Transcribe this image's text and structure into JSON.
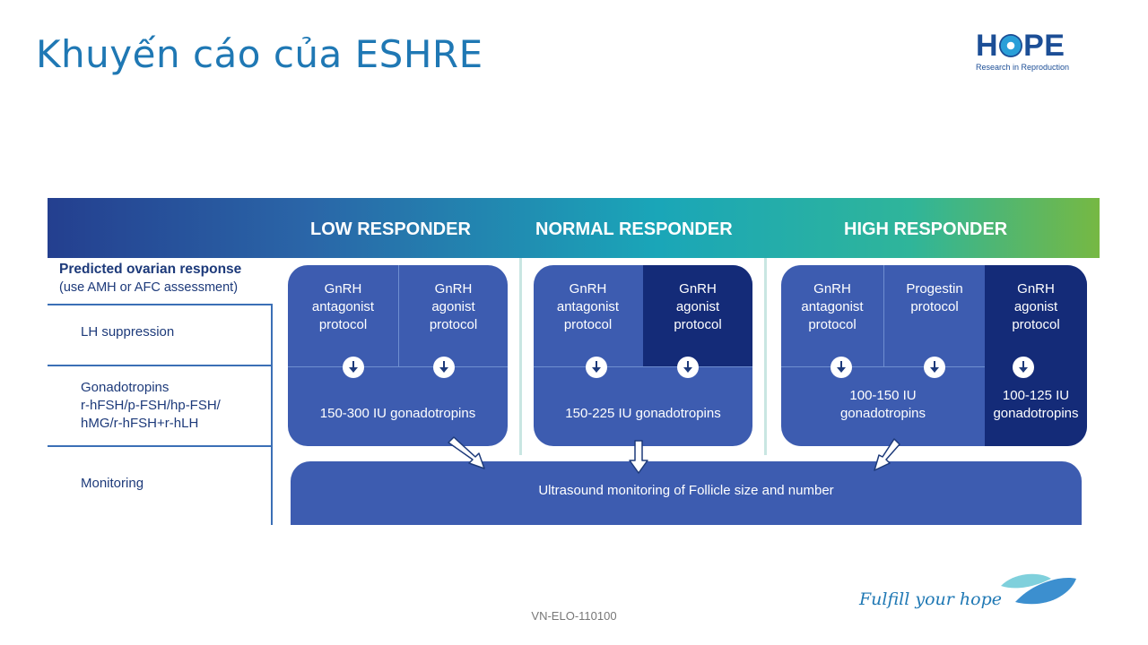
{
  "slide": {
    "title": "Khuyến cáo của ESHRE",
    "footer_code": "VN-ELO-110100",
    "tagline": "Fulfill your hope"
  },
  "logo": {
    "word_left": "H",
    "word_right": "PE",
    "subtitle": "Research in Reproduction"
  },
  "diagram": {
    "headers": [
      "LOW RESPONDER",
      "NORMAL RESPONDER",
      "HIGH RESPONDER"
    ],
    "row_labels": {
      "predicted_line1": "Predicted ovarian response",
      "predicted_line2": "(use AMH or AFC assessment)",
      "lh": "LH suppression",
      "gonado_line1": "Gonadotropins",
      "gonado_line2": "r-hFSH/p-FSH/hp-FSH/",
      "gonado_line3": "hMG/r-hFSH+r-hLH",
      "monitoring": "Monitoring"
    },
    "low": {
      "protocol1": [
        "GnRH",
        "antagonist",
        "protocol"
      ],
      "protocol2": [
        "GnRH",
        "agonist",
        "protocol"
      ],
      "dose": "150-300 IU gonadotropins"
    },
    "normal": {
      "protocol1": [
        "GnRH",
        "antagonist",
        "protocol"
      ],
      "protocol2": [
        "GnRH",
        "agonist",
        "protocol"
      ],
      "dose": "150-225 IU gonadotropins"
    },
    "high": {
      "protocol1": [
        "GnRH",
        "antagonist",
        "protocol"
      ],
      "protocol2": [
        "Progestin",
        "protocol"
      ],
      "protocol3": [
        "GnRH",
        "agonist",
        "protocol"
      ],
      "dose_a": [
        "100-150 IU",
        "gonadotropins"
      ],
      "dose_b": [
        "100-125 IU",
        "gonadotropins"
      ]
    },
    "monitoring_text": "Ultrasound monitoring of Follicle size and number"
  }
}
